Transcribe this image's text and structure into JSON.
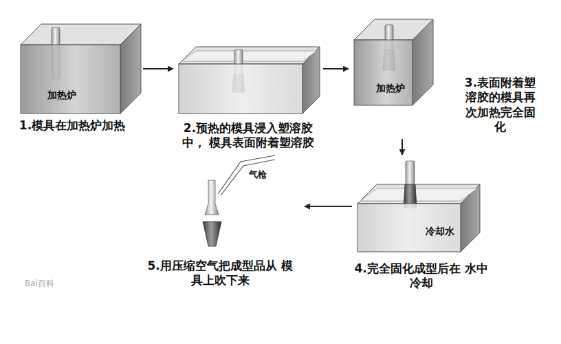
{
  "diagram": {
    "nodes": [
      {
        "text": [
          "加热炉",
          "1.模具在加热炉加热"
        ]
      },
      {
        "text": [
          "2.预热的模具浸入塑溶胶中， 模具表面附着塑溶胶"
        ]
      },
      {
        "text": [
          "加热炉",
          "3.表面附着塑 溶胶的模具再 次加热完全固 化"
        ]
      },
      {
        "text": [
          "冷却水",
          "4.完全固化成型后在 水中冷却"
        ]
      },
      {
        "text": [
          "气枪",
          "5.用压缩空气把成型品从 模具上吹下来"
        ]
      }
    ],
    "edges": [
      {
        "from": 0,
        "to": 1,
        "arrow": "to"
      },
      {
        "from": 1,
        "to": 2,
        "arrow": "to"
      },
      {
        "from": 2,
        "to": 3,
        "arrow": "to"
      },
      {
        "from": 3,
        "to": 4,
        "arrow": "to"
      }
    ],
    "labels": [
      "Bai百科"
    ]
  }
}
